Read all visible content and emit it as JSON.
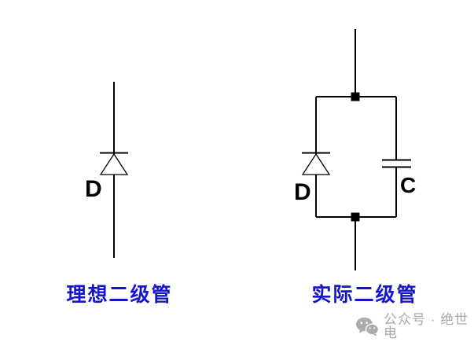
{
  "page": {
    "background": "#FFFFFF"
  },
  "left_circuit": {
    "name": "ideal-diode",
    "diode_label": "D",
    "caption": "理想二级管"
  },
  "right_circuit": {
    "name": "actual-diode",
    "diode_label": "D",
    "capacitor_label": "C",
    "caption": "实际二级管"
  },
  "watermark": {
    "icon": "wechat-icon",
    "text": "公众号 · 绝世电"
  },
  "colors": {
    "wire": "#000000",
    "component_label": "#000000",
    "caption_blue": "#1414CC",
    "watermark_gray": "#A9A9A9"
  }
}
